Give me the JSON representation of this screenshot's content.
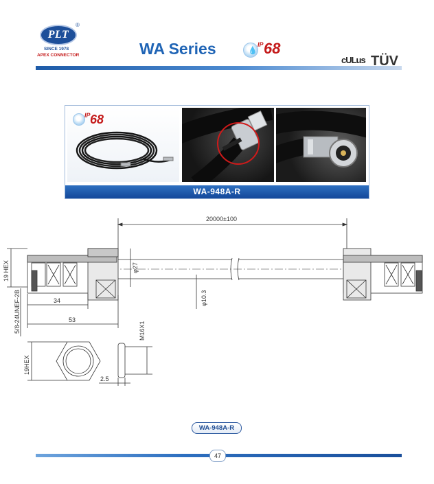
{
  "header": {
    "logo": {
      "brand": "PLT",
      "registered": "®",
      "since": "SINCE 1978",
      "company": "APEX CONNECTOR"
    },
    "series_title": "WA Series",
    "ip_rating": {
      "prefix": "IP",
      "value": "68"
    },
    "certifications": {
      "ul": "cULus",
      "tuv": "TÜV"
    }
  },
  "photo_panel": {
    "caption": "WA-948A-R",
    "ip_rating": {
      "prefix": "IP",
      "value": "68"
    }
  },
  "drawing": {
    "dimensions": {
      "cable_length": "20000±100",
      "hex_19": "19 HEX",
      "outer_dia": "φ27",
      "cable_dia": "φ10.3",
      "thread": "5/8-24UNEF-2B",
      "len_34": "34",
      "len_53": "53",
      "hex_19_side": "19HEX",
      "nut_thread": "M16X1",
      "washer": "2.5"
    }
  },
  "part_label": "WA-948A-R",
  "page_number": "47",
  "colors": {
    "brand_blue": "#1f64b5",
    "ip_red": "#c41a1a",
    "bar_blue": "#1e5ba8"
  }
}
